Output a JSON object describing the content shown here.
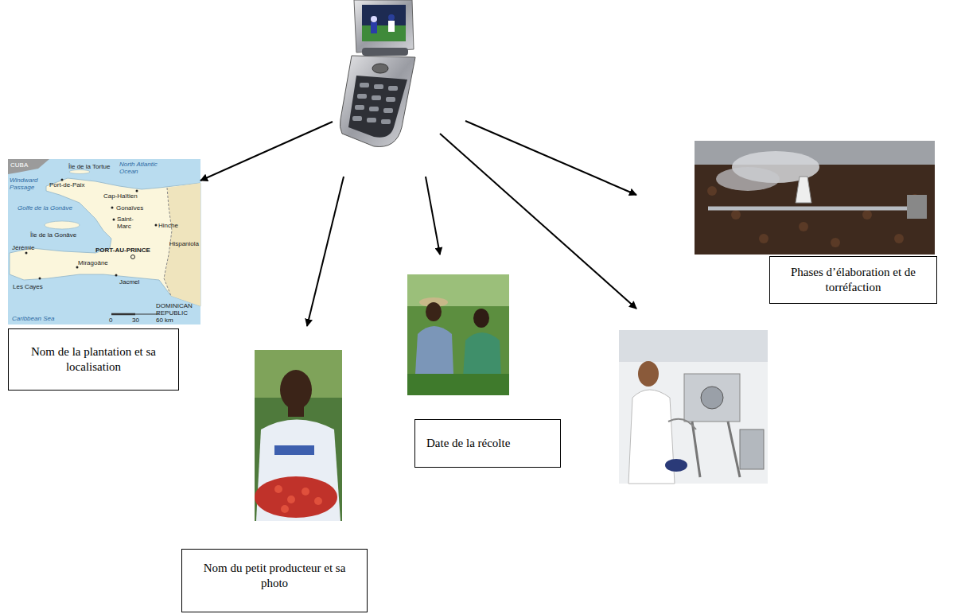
{
  "diagram": {
    "nodes": [
      {
        "text": [
          "Nom de la plantation et sa localisation"
        ]
      },
      {
        "text": [
          "Nom du petit producteur et sa photo"
        ]
      },
      {
        "text": [
          "Date de la récolte"
        ]
      },
      {
        "text": [
          "Phases d’élaboration et de torréfaction"
        ]
      }
    ],
    "labels": [
      "CUBA",
      "Île de la Tortue",
      "North Atlantic Ocean",
      "Windward Passage",
      "Port-de-Paix",
      "Cap-Haïtien",
      "Gonaïves",
      "Golfe de la Gonâve",
      "Saint-Marc",
      "Hinche",
      "Hispaniola",
      "Île de la Gonâve",
      "Jérémie",
      "PORT-AU-PRINCE",
      "Miragoâne",
      "Les Cayes",
      "Jacmel",
      "DOMINICAN REPUBLIC",
      "Caribbean Sea",
      "0",
      "30",
      "60 km"
    ]
  }
}
